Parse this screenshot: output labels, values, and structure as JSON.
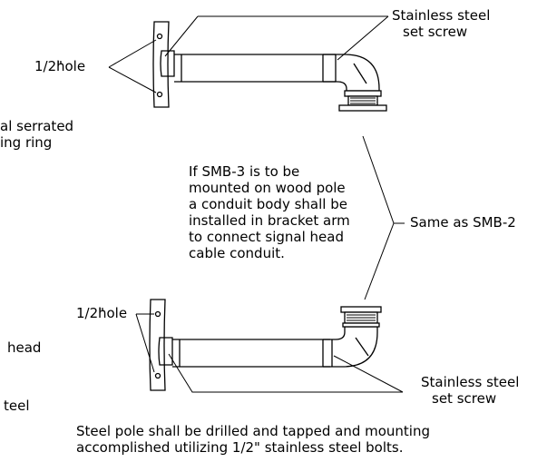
{
  "labels": {
    "stainless_steel_set_screw_top_1": "Stainless steel",
    "stainless_steel_set_screw_top_2": "set screw",
    "half_hole_top_frac": "1/2\"",
    "half_hole_top_word": "hole",
    "serrated_ring_1": "al serrated",
    "serrated_ring_2": "ing ring",
    "note_1": "If SMB-3 is to be",
    "note_2": "mounted on wood pole",
    "note_3": "a conduit body shall be",
    "note_4": "installed in bracket arm",
    "note_5": "to connect signal head",
    "note_6": "cable conduit.",
    "same_as": "Same as SMB-2",
    "half_hole_bottom_frac": "1/2\"",
    "half_hole_bottom_word": "hole",
    "head": "head",
    "teel": "teel",
    "stainless_steel_set_screw_bottom_1": "Stainless steel",
    "stainless_steel_set_screw_bottom_2": "set screw",
    "footer_1": "Steel pole shall be drilled and tapped and mounting",
    "footer_2": "accomplished utilizing 1/2\" stainless steel bolts."
  }
}
